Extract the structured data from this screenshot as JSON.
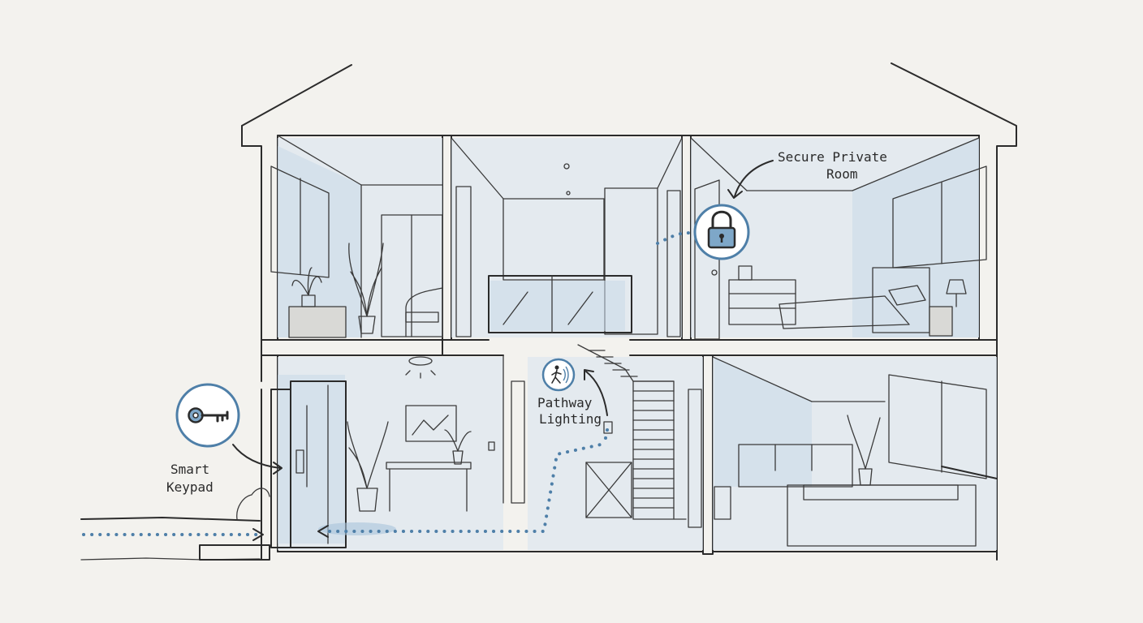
{
  "labels": {
    "secure_room_line1": "Secure Private",
    "secure_room_line2": "Room",
    "pathway_line1": "Pathway",
    "pathway_line2": "Lighting",
    "keypad_line1": "Smart",
    "keypad_line2": "Keypad"
  },
  "icons": {
    "lock": "padlock-icon",
    "motion": "motion-sensor-icon",
    "key": "key-icon"
  },
  "colors": {
    "accent": "#4e7fa8",
    "ink": "#2b2b2b",
    "wash": "#c9d9e8",
    "paper": "#f3f2ee"
  }
}
